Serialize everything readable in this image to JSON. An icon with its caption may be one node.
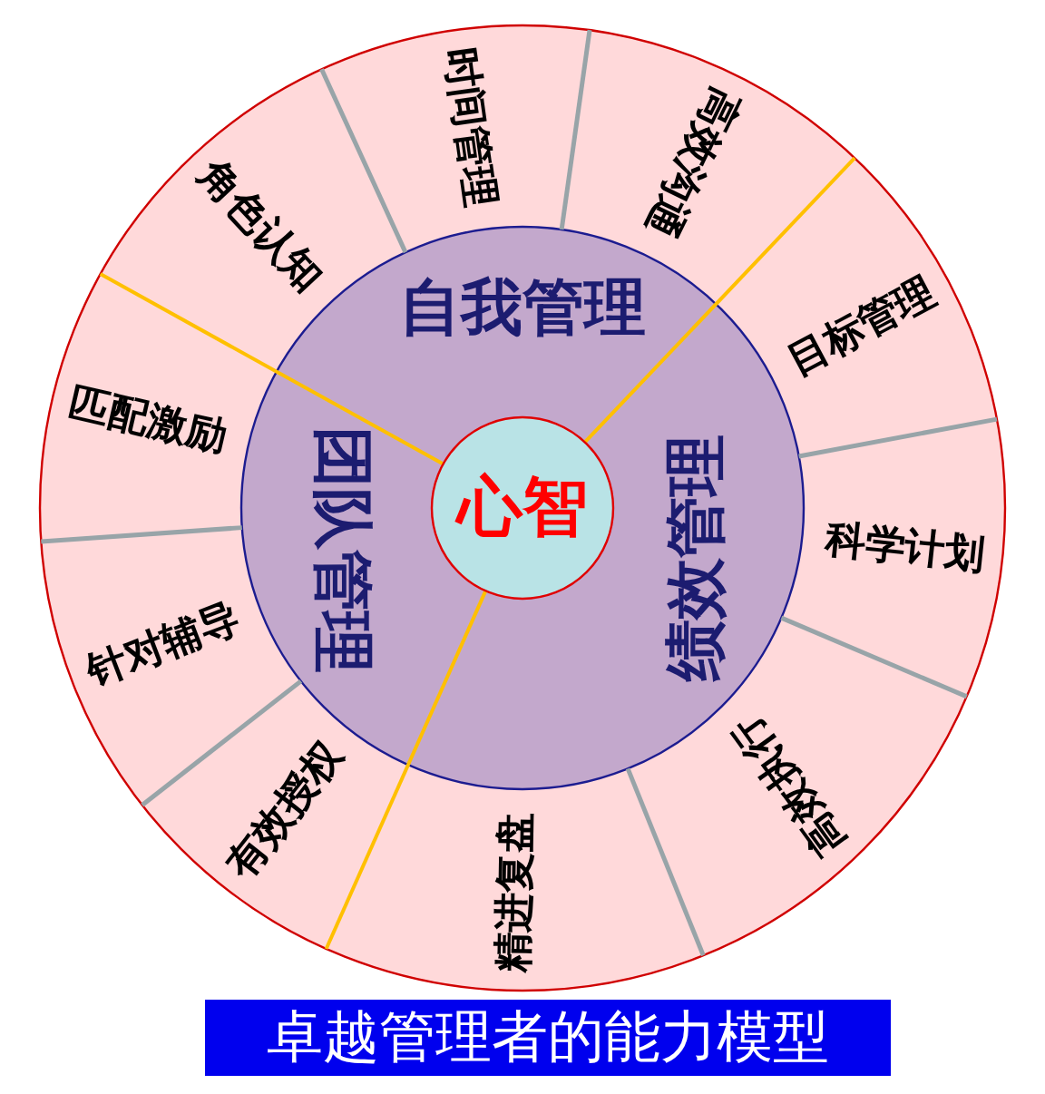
{
  "diagram": {
    "title": "卓越管理者的能力模型",
    "nodes": [
      {
        "text": [
          "心智"
        ]
      },
      {
        "text": [
          "自我管理"
        ]
      },
      {
        "text": [
          "团队管理"
        ]
      },
      {
        "text": [
          "绩效管理"
        ]
      },
      {
        "text": [
          "角色认知"
        ]
      },
      {
        "text": [
          "时间管理"
        ]
      },
      {
        "text": [
          "高效沟通"
        ]
      },
      {
        "text": [
          "目标管理"
        ]
      },
      {
        "text": [
          "匹配激励"
        ]
      },
      {
        "text": [
          "科学计划"
        ]
      },
      {
        "text": [
          "针对辅导"
        ]
      },
      {
        "text": [
          "有效授权"
        ]
      },
      {
        "text": [
          "精进复盘"
        ]
      },
      {
        "text": [
          "高效执行"
        ]
      }
    ]
  }
}
